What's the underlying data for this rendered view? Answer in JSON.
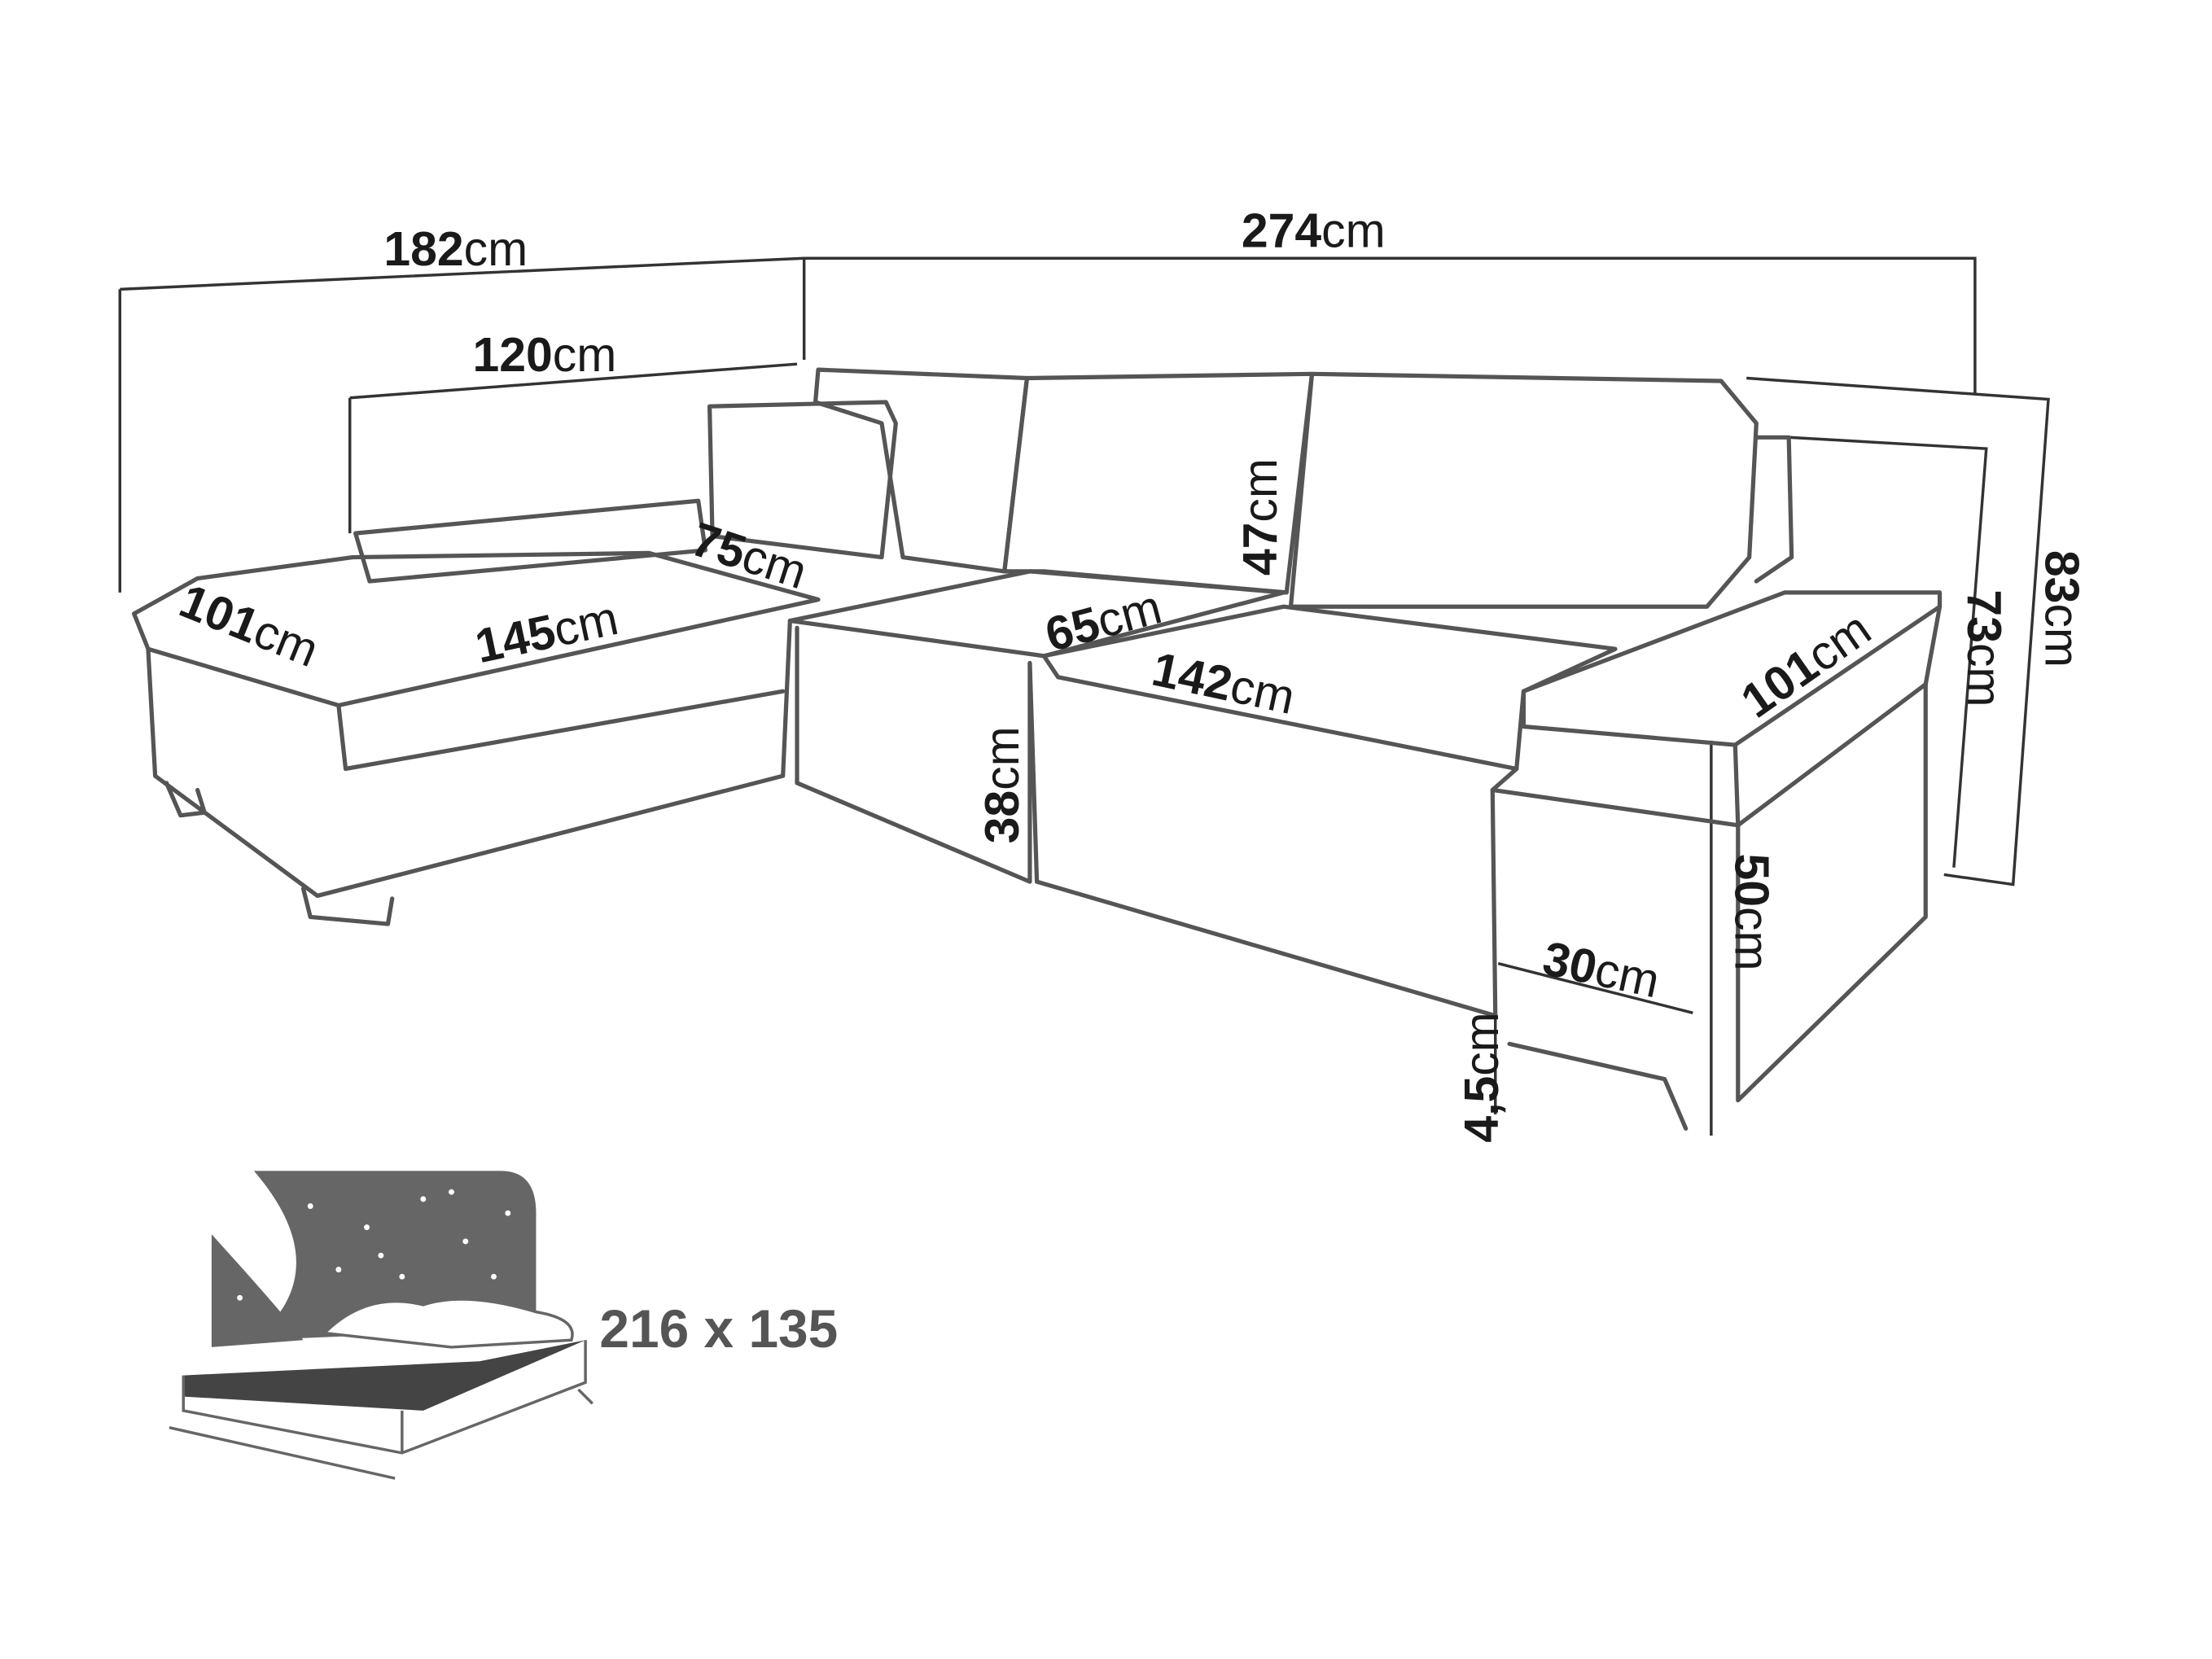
{
  "dimensions": {
    "total_left_depth": {
      "value": "182",
      "unit": "cm"
    },
    "total_width": {
      "value": "274",
      "unit": "cm"
    },
    "chaise_back_width": {
      "value": "120",
      "unit": "cm"
    },
    "pillow_width": {
      "value": "75",
      "unit": "cm"
    },
    "chaise_depth": {
      "value": "101",
      "unit": "cm"
    },
    "chaise_length": {
      "value": "145",
      "unit": "cm"
    },
    "seat_depth": {
      "value": "65",
      "unit": "cm"
    },
    "back_height": {
      "value": "47",
      "unit": "cm"
    },
    "seat_width": {
      "value": "142",
      "unit": "cm"
    },
    "arm_depth": {
      "value": "101",
      "unit": "cm"
    },
    "seat_height": {
      "value": "38",
      "unit": "cm"
    },
    "height_73": {
      "value": "73",
      "unit": "cm"
    },
    "total_height": {
      "value": "83",
      "unit": "cm"
    },
    "arm_height": {
      "value": "50",
      "unit": "cm"
    },
    "arm_width": {
      "value": "30",
      "unit": "cm"
    },
    "leg_height": {
      "value": "4,5",
      "unit": "cm"
    }
  },
  "sleeping_area": {
    "label": "216 x 135",
    "icon": "bed-icon"
  },
  "colors": {
    "line": "#555555",
    "bed_icon": "#666666"
  }
}
